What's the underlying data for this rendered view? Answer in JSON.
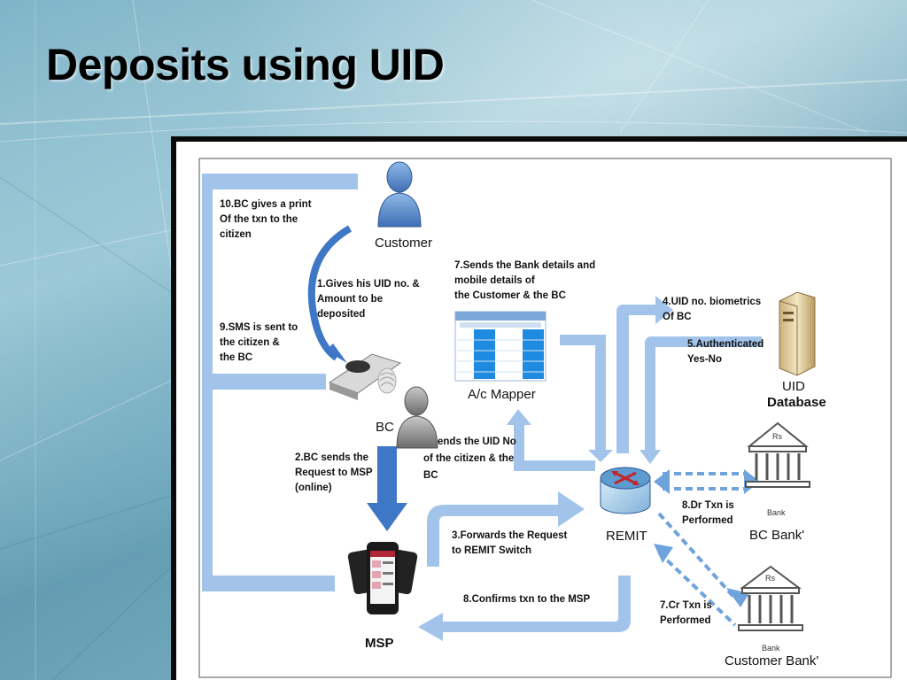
{
  "slide": {
    "title": "Deposits using UID"
  },
  "nodes": {
    "customer": "Customer",
    "bc": "BC",
    "ac_mapper": "A/c Mapper",
    "uid_database": [
      "UID",
      "Database"
    ],
    "remit": "REMIT",
    "msp": "MSP",
    "bc_bank": "BC Bank'",
    "customer_bank": "Customer Bank'",
    "bank_caption": "Bank",
    "rs_symbol": "Rs"
  },
  "steps": {
    "s1": [
      "1.Gives his UID no. &",
      "Amount to be",
      "deposited"
    ],
    "s2": [
      "2.BC sends the",
      "Request to MSP",
      "(online)"
    ],
    "s3": [
      "3.Forwards  the Request",
      "to REMIT Switch"
    ],
    "s4": [
      "4.UID no. biometrics",
      "Of BC"
    ],
    "s5": [
      "5.Authenticated",
      "Yes-No"
    ],
    "s6": [
      "ends the UID No",
      "of the citizen & the",
      "BC"
    ],
    "s7a": [
      "7.Sends the Bank details and",
      "mobile details of",
      " the Customer  & the BC"
    ],
    "s7b": [
      "7.Cr Txn is",
      "Performed"
    ],
    "s8a": [
      "8.Dr Txn is",
      "Performed"
    ],
    "s8b": "8.Confirms txn to the MSP",
    "s9": [
      "9.SMS is sent to",
      "the citizen &",
      "the BC"
    ],
    "s10": [
      "10.BC gives  a print",
      "Of the txn to the",
      "citizen"
    ]
  },
  "colors": {
    "arrow_light": "#a3c4ea",
    "arrow_dark": "#3d77c6",
    "dotted": "#6fa3dc",
    "remit_red": "#c0262b"
  }
}
